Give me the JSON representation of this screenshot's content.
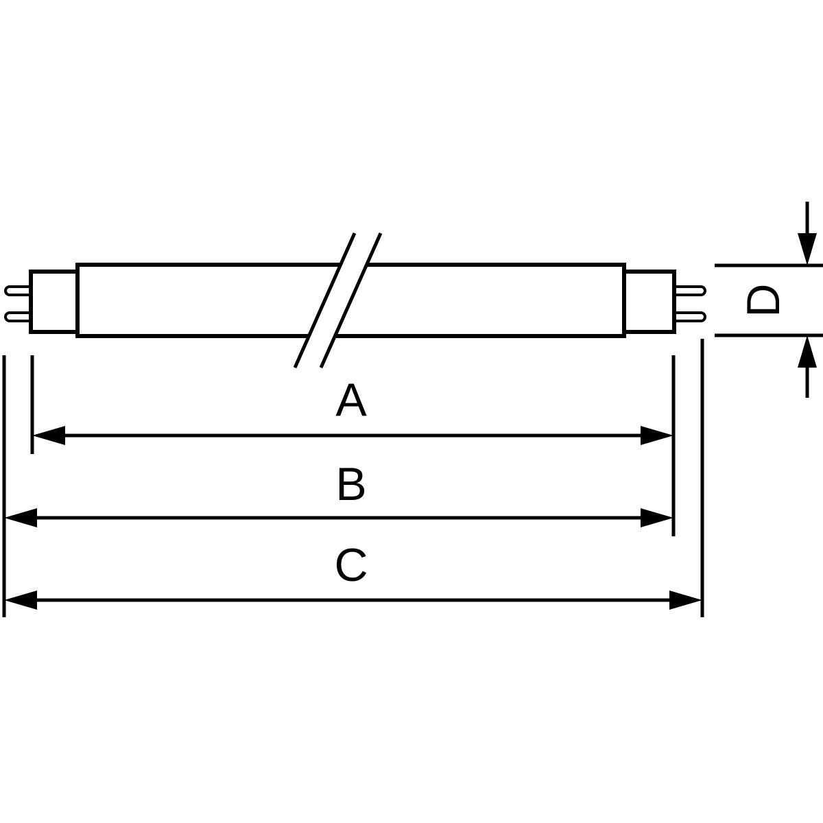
{
  "diagram": {
    "figure": "linear-fluorescent-tube-lamp-with-bi-pin-caps",
    "kind": "technical-dimension-drawing",
    "dimension_labels": {
      "a": "A",
      "b": "B",
      "c": "C",
      "d": "D"
    },
    "colors": {
      "line": "#000000",
      "background": "#ffffff"
    }
  }
}
